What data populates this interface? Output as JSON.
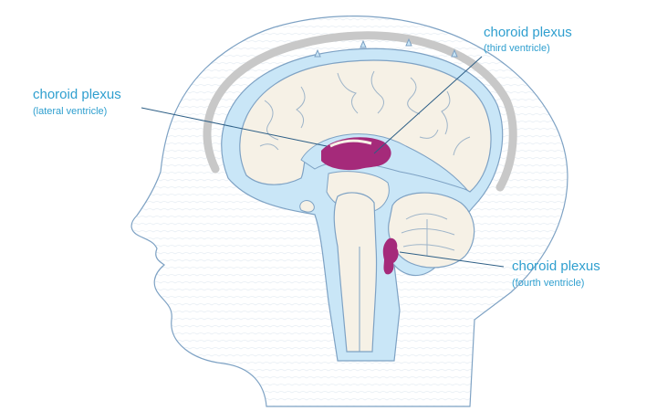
{
  "labels": {
    "third": {
      "title": "choroid plexus",
      "subtitle": "(third ventricle)"
    },
    "lateral": {
      "title": "choroid plexus",
      "subtitle": "(lateral ventricle)"
    },
    "fourth": {
      "title": "choroid plexus",
      "subtitle": "(fourth ventricle)"
    }
  },
  "colors": {
    "label_text": "#2f9fcf",
    "leader_line": "#2e5f86",
    "outline": "#7ea2c4",
    "csf": "#c9e6f7",
    "brain_fill": "#f6f1e6",
    "skull_band": "#c8c8c8",
    "choroid_plexus": "#a52a7a",
    "head_hatch": "#e7eef4"
  },
  "icons": [
    "head-silhouette-icon",
    "brain-sagittal-icon"
  ]
}
